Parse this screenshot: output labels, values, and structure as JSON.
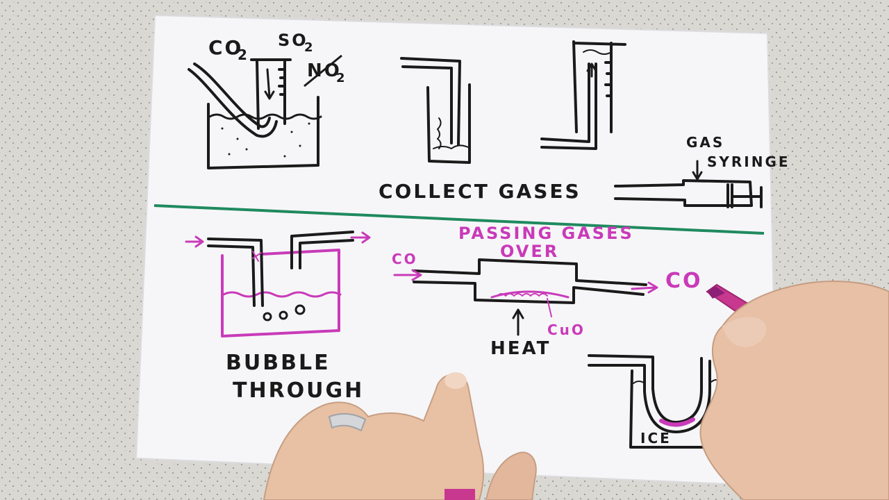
{
  "labels": {
    "top_left_a": "CO",
    "top_left_a_sub": "2",
    "top_left_b": "SO",
    "top_left_b_sub": "2",
    "top_left_c": "NO",
    "top_left_c_sub": "2",
    "collect_gases": "COLLECT GASES",
    "gas_syringe_line1": "GAS",
    "gas_syringe_line2": "SYRINGE",
    "bubble_through_line1": "BUBBLE",
    "bubble_through_line2": "THROUGH",
    "passing_gases_line1": "PASSING GASES",
    "passing_gases_line2": "OVER",
    "co_in": "CO",
    "co_out": "CO",
    "heat": "HEAT",
    "cuo": "CuO",
    "ice": "ICE"
  },
  "colors": {
    "ink": "#1a1a1a",
    "magenta": "#c93ab9",
    "green_divider": "#1f8a5e",
    "paper": "#f7f7f9",
    "desk": "#d9d8d3",
    "skin": "#e9c2a8",
    "pen_body": "#c8388f"
  },
  "icons": {
    "pen": "magenta-marker-pen",
    "hand_left": "left-hand",
    "hand_right": "right-hand-holding-pen",
    "ring": "silver-ring"
  }
}
